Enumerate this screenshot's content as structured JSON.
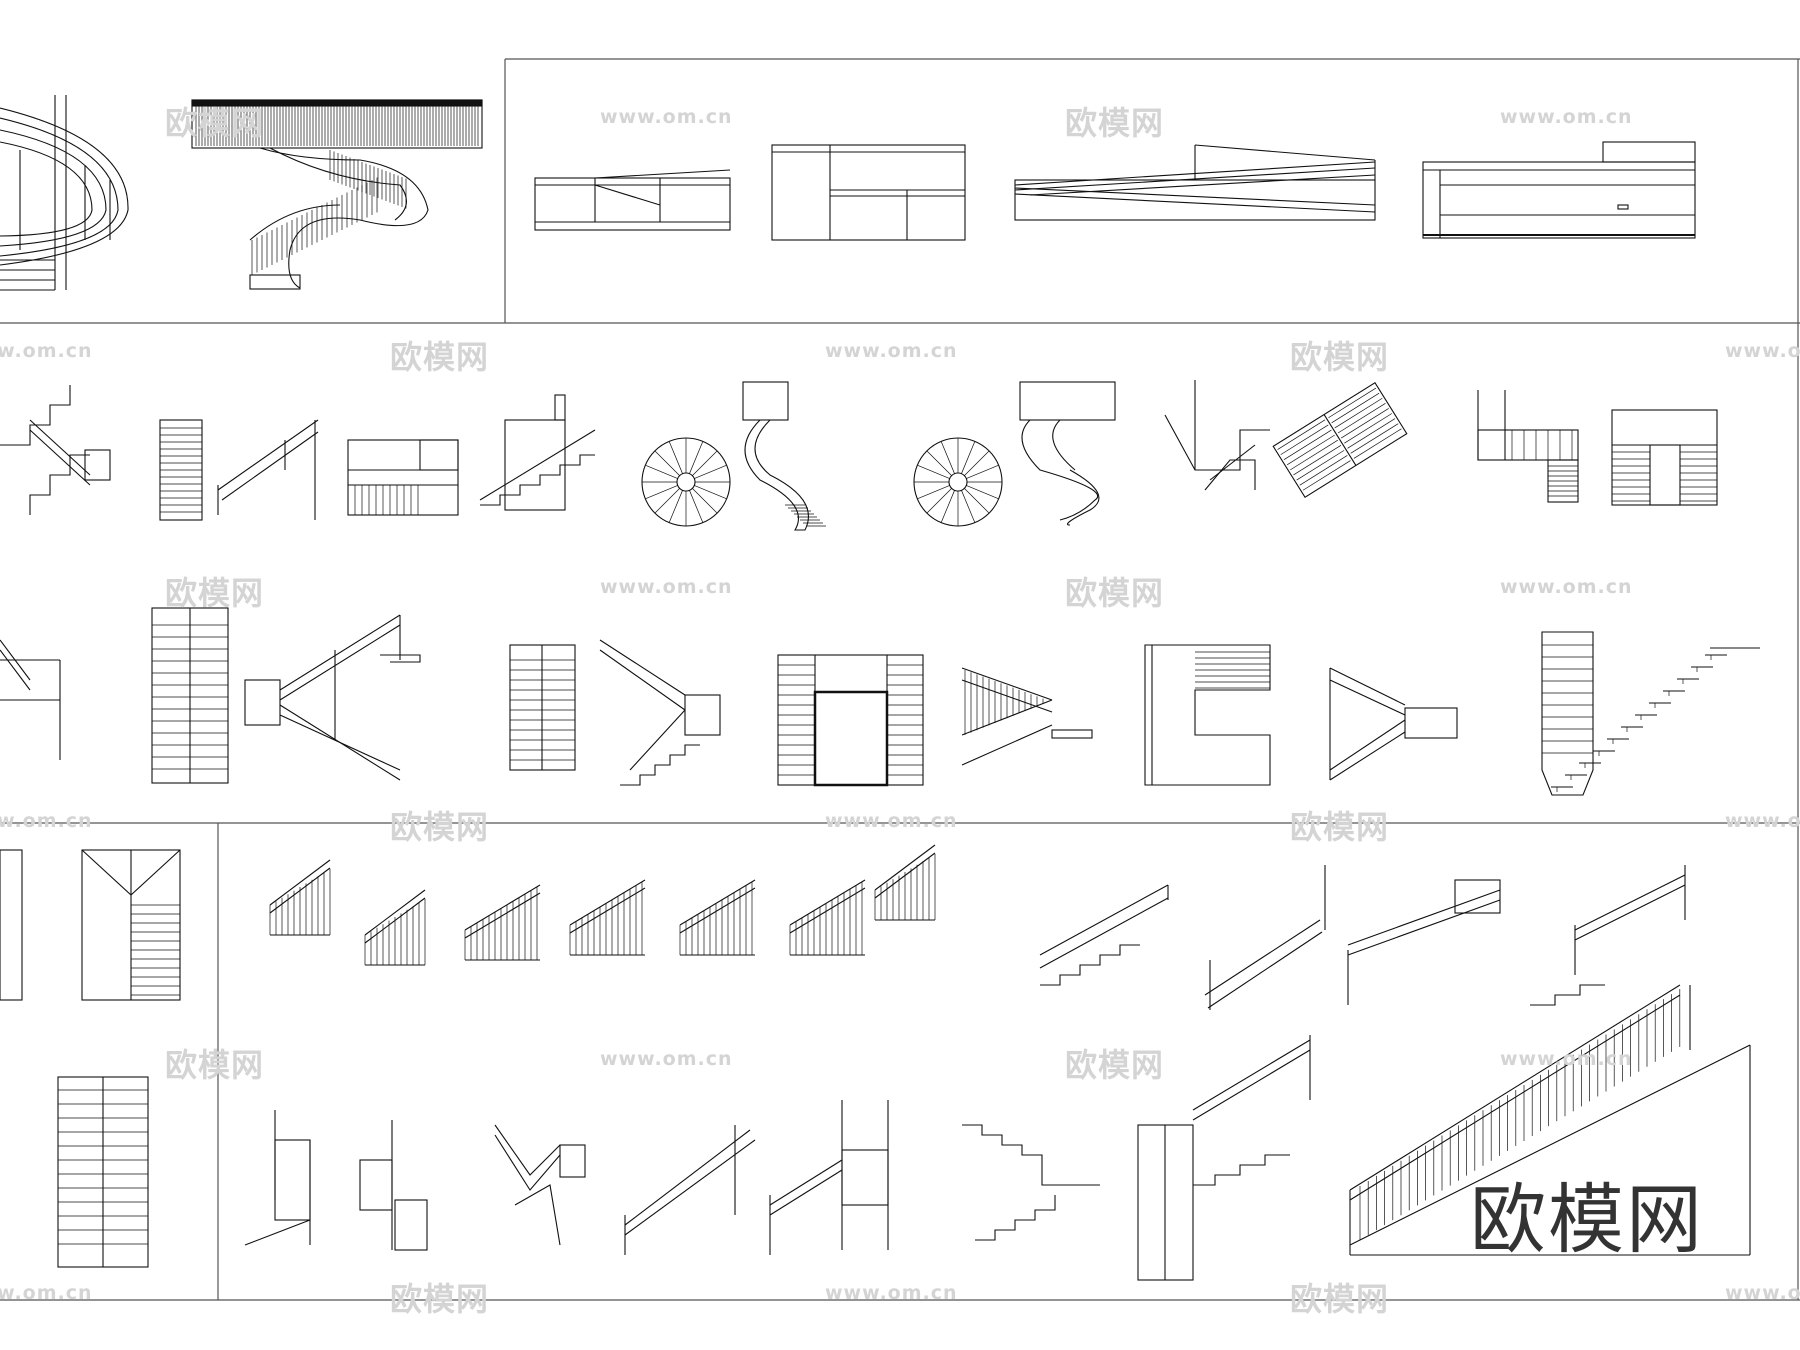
{
  "watermark": {
    "brand": "欧模网",
    "url": "www.om.cn"
  },
  "logo": {
    "text": "欧模网"
  }
}
